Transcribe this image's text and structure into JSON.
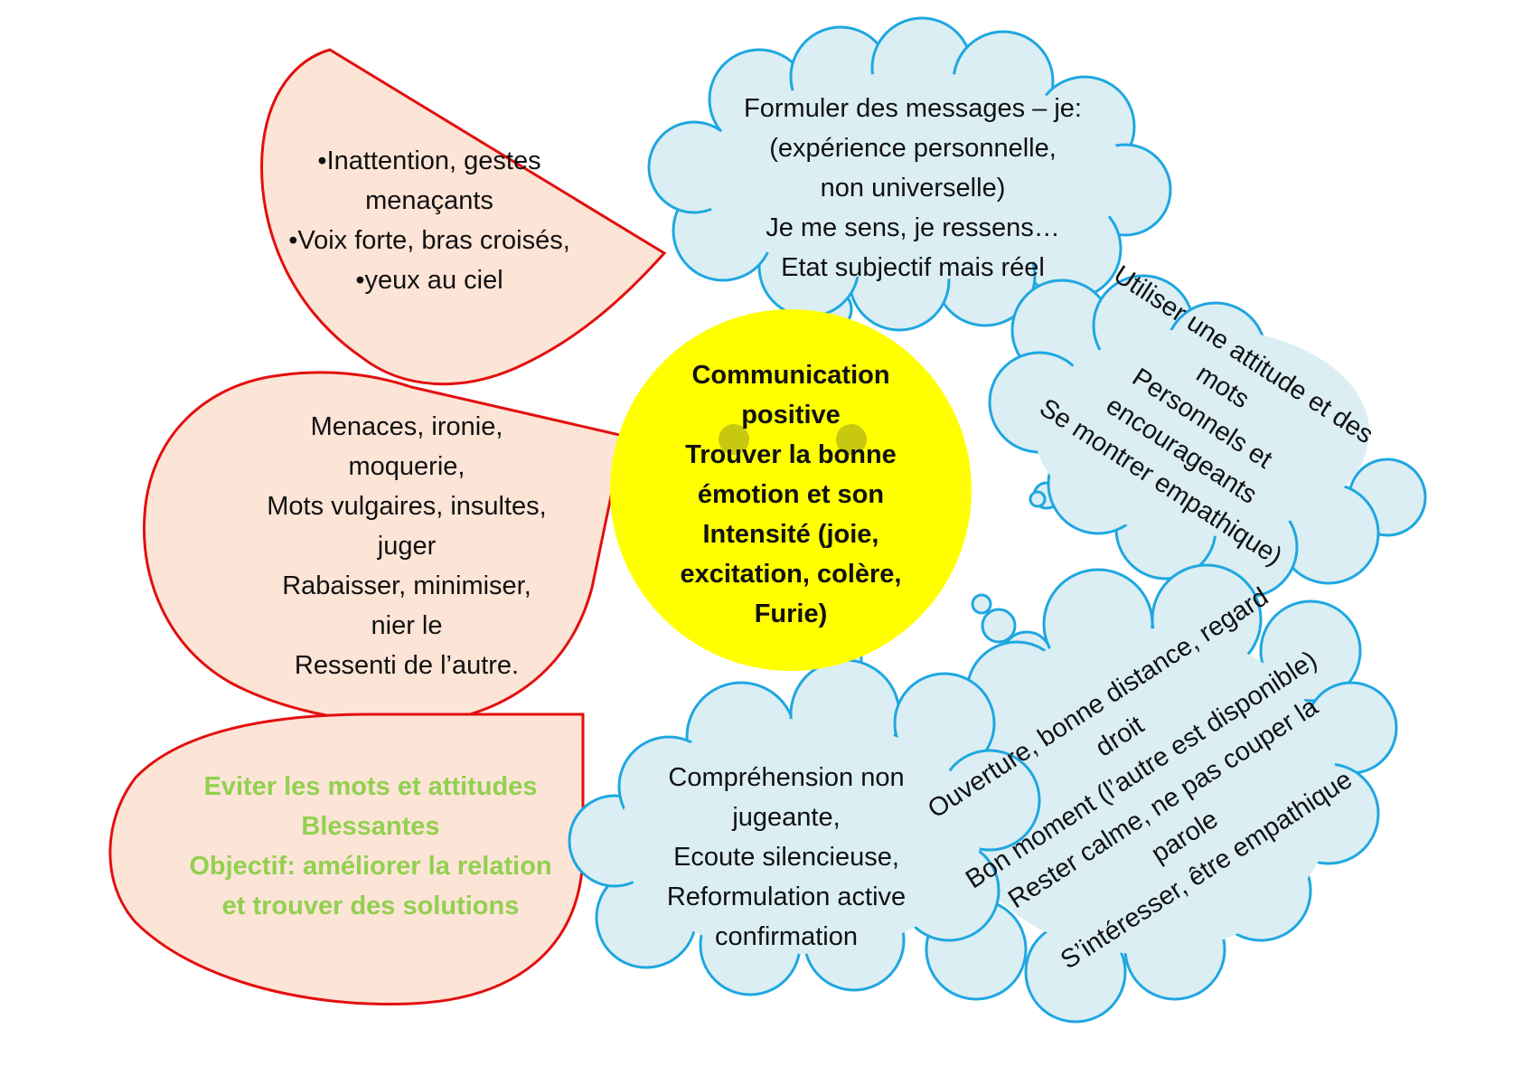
{
  "colors": {
    "red_stroke": "#e30f0f",
    "peach_fill": "#fce4d6",
    "cloud_stroke": "#1ea7e1",
    "cloud_fill": "#dbeef4",
    "center_fill": "#ffff00",
    "green_text": "#92d050"
  },
  "center": {
    "lines": [
      "Communication",
      "positive",
      "Trouver la bonne",
      "émotion et son",
      "Intensité (joie,",
      "excitation, colère,",
      "Furie)"
    ]
  },
  "drop_top": {
    "lines": [
      "•Inattention, gestes",
      "menaçants",
      "•Voix forte, bras croisés,",
      "•yeux au ciel"
    ]
  },
  "drop_middle": {
    "lines": [
      "Menaces, ironie,",
      "moquerie,",
      "Mots vulgaires, insultes,",
      "juger",
      "Rabaisser, minimiser,",
      "nier le",
      "Ressenti de l’autre."
    ]
  },
  "drop_bottom": {
    "lines": [
      "Eviter les mots et attitudes",
      "Blessantes",
      "Objectif: améliorer la relation",
      "et trouver des solutions"
    ]
  },
  "cloud_top": {
    "lines": [
      "Formuler des messages – je:",
      "(expérience personnelle,",
      "non universelle)",
      "Je me sens, je ressens…",
      "Etat subjectif mais réel"
    ]
  },
  "cloud_right": {
    "lines": [
      "Utiliser une attitude et des",
      "mots",
      "Personnels et",
      "encourageants",
      "Se montrer empathique)"
    ]
  },
  "cloud_bottom_left": {
    "lines": [
      "Compréhension non",
      "jugeante,",
      "Ecoute silencieuse,",
      "Reformulation active",
      "confirmation"
    ]
  },
  "cloud_bottom_right": {
    "lines": [
      "Ouverture, bonne distance, regard",
      "droit",
      "Bon moment (l’autre est disponible)",
      "Rester calme, ne pas couper la",
      "parole",
      "S’intéresser, être empathique"
    ]
  }
}
